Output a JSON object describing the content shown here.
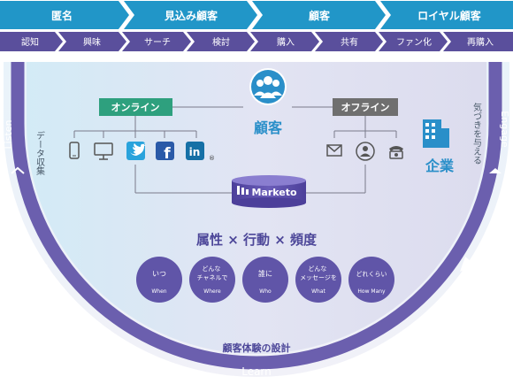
{
  "stages": [
    "匿名",
    "見込み顧客",
    "顧客",
    "ロイヤル顧客"
  ],
  "steps": [
    "認知",
    "興味",
    "サーチ",
    "検討",
    "購入",
    "共有",
    "ファン化",
    "再購入"
  ],
  "arc": {
    "left_label": "Listen",
    "right_label": "Engage",
    "bottom_label": "Learn",
    "left_desc": "データ収集",
    "right_desc": "気づきを与える"
  },
  "center": {
    "customer_label": "顧客",
    "company_label": "企業",
    "online_label": "オンライン",
    "offline_label": "オフライン",
    "marketo_label": "Marketo",
    "registered_mark": "®",
    "attributes_title": "属性 × 行動 × 頻度",
    "design_label": "顧客体験の設計"
  },
  "circles": [
    {
      "jp": "いつ",
      "en": "When"
    },
    {
      "jp": "どんな\nチャネルで",
      "en": "Where"
    },
    {
      "jp": "誰に",
      "en": "Who"
    },
    {
      "jp": "どんな\nメッセージを",
      "en": "What"
    },
    {
      "jp": "どれくらい",
      "en": "How Many"
    }
  ],
  "online_icons": [
    "mobile-icon",
    "monitor-icon",
    "twitter-icon",
    "facebook-icon",
    "linkedin-icon"
  ],
  "offline_icons": [
    "mail-icon",
    "person-icon",
    "phone-icon"
  ],
  "colors": {
    "stage_band": "#2196c8",
    "step_band": "#5a4f9c",
    "arc": "#6b5fae",
    "accent_blue": "#2a8fc9",
    "online_green": "#2ea07e",
    "offline_gray": "#6f6f6f",
    "twitter": "#29a3dc",
    "facebook": "#2a5aa8",
    "linkedin": "#1570a6"
  }
}
